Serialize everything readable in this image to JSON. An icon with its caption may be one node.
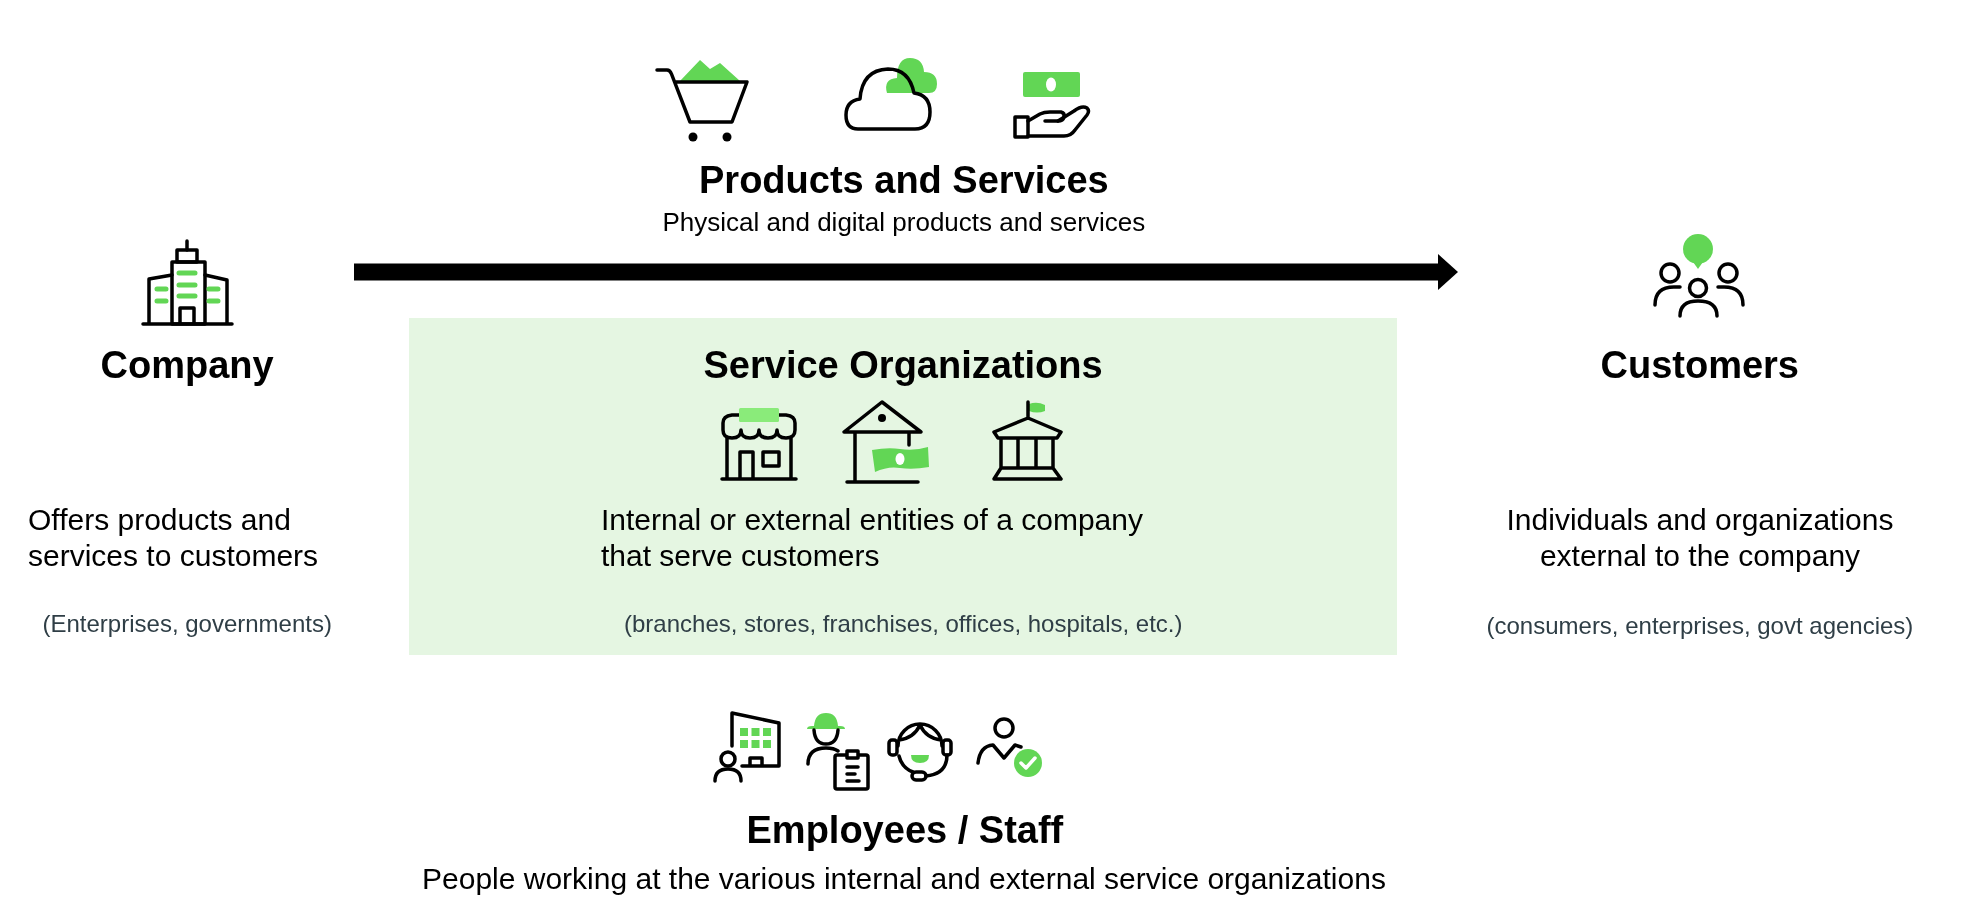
{
  "diagram": {
    "nodes": [
      {
        "text": [
          "Company",
          "Offers products and services to customers",
          "(Enterprises, governments)"
        ]
      },
      {
        "text": [
          "Service Organizations",
          "Internal or external entities of a company that serve customers",
          "(branches, stores, franchises, offices, hospitals, etc.)"
        ]
      },
      {
        "text": [
          "Customers",
          "Individuals and organizations external to the company",
          "(consumers, enterprises, govt agencies)"
        ]
      }
    ],
    "edges": [
      {
        "from": 0,
        "to": 2,
        "arrow": "to"
      }
    ],
    "labels": [
      "Products and Services",
      "Physical and digital products and services",
      "Employees / Staff",
      "People working at the various internal and external service organizations"
    ]
  }
}
